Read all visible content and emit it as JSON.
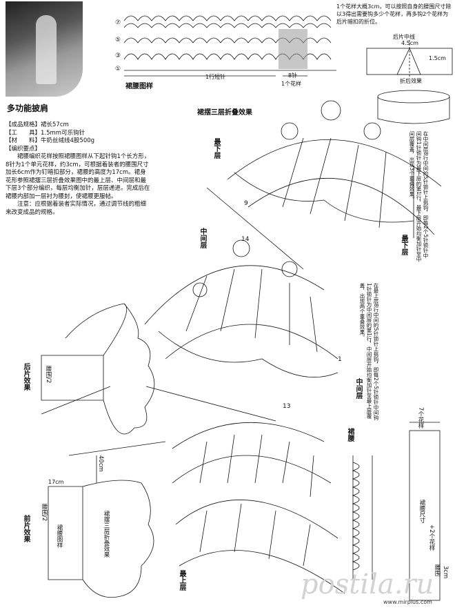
{
  "title": "多功能披肩",
  "spec": {
    "heading1": "【成品规格】裙长57cm",
    "tool": "【工　　具】1.5mm可乐钩针",
    "material": "【材　　料】牛奶丝绒线4股500g",
    "heading2": "【编织要点】",
    "body1": "裙腰编织花样按照裙腰图样从下起针钩1个长方形，8针为1个单元花样，约3cm，可根据着装者的腰围尺寸加长6cm作为钉暗扣部分，裙腰的高度为17cm。裙身花形参照裙摆三层折叠效果图中的最上层、中间层和最下层3个部分编织，每层均衡加针，层层递进。完成后在裙腰内部加一层衬为腰封，使裙腰更服帖。",
    "body2": "注意：应根据着装者实际情况，通过调节线的粗细来改变成品的规格。"
  },
  "top_note": "1个花样大概3cm，可以按照自身的腰围尺寸除以3得出需要钩多少个花样，再多钩2个花样为后片暗扣的折位。",
  "waist_chart": {
    "label": "裙腰图样",
    "row_markers": [
      "⑦",
      "⑤",
      "③",
      "①"
    ],
    "row_label": "1行短针",
    "stitch_label": "8针",
    "unit_label": "1个花样"
  },
  "fold_fig": {
    "title": "后片中线",
    "w": "4.5cm",
    "h": "1.5cm",
    "caption": "折后效果"
  },
  "skirt_fold": {
    "title": "裙摆三层折叠效果",
    "bottom_layer": "最下层",
    "middle_layer": "中间层",
    "top_layer": "最上层",
    "note_bottom": "在中间层8行中间的5针锁针上挑钩，即每2个5针锁针中间钩1针锁针为最下层的第1行，最下层开始均衡加针至中间层覆盖，出现3个重叠效果。",
    "note_middle": "在最上层8行中间的5针锁针上挑钩，即每2个5针锁针中间钩1针锁针为中间层的第1行，中间层开始均衡加针至最上层覆盖，出现两个重叠效果。",
    "num_9": "9",
    "num_1": "1",
    "num_13": "13",
    "num_14": "14"
  },
  "back_view": {
    "label": "后片效果",
    "waist": "腰围/2"
  },
  "front_view": {
    "label": "前片效果",
    "waist": "腰围/2",
    "waist_chart": "裙腰图样",
    "skirt": "裙摆三层折叠效果",
    "h": "17cm",
    "len": "40cm"
  },
  "waist_side": {
    "title": "裙腰",
    "units": "7个花样",
    "size": "裙腰尺寸",
    "plus": "+2个花样",
    "waist": "腰围",
    "cm": "3cm"
  },
  "watermark": "postila.ru",
  "site": "www.mirplus.com"
}
